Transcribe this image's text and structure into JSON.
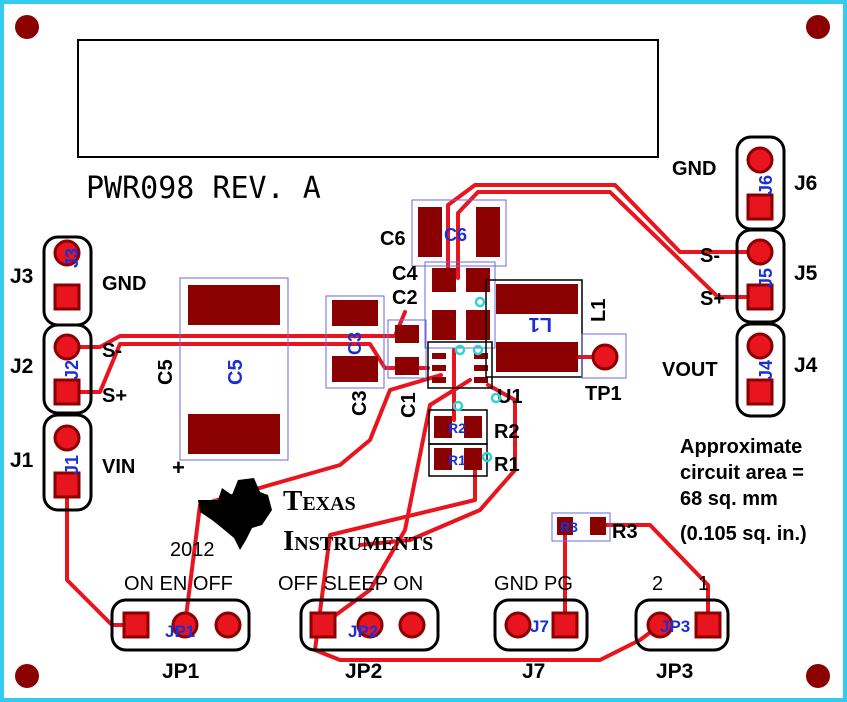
{
  "colors": {
    "copper": "#8b0000",
    "trace": "#e8141e",
    "via": "#2ed3d6",
    "silk": "#000000",
    "ref": "#1a2fd6",
    "border": "#33ccee"
  },
  "board": {
    "title": "PWR098 REV. A",
    "year": "2012"
  },
  "logo": {
    "line1": "Texas",
    "line2": "Instruments"
  },
  "area_note": [
    "Approximate",
    "circuit area =",
    "68 sq. mm",
    "(0.105 sq. in.)"
  ],
  "connectors": {
    "j1": {
      "label": "J1",
      "ref": "J1",
      "pin": "VIN"
    },
    "j2": {
      "label": "J2",
      "ref": "J2",
      "pins": [
        "S-",
        "S+"
      ]
    },
    "j3": {
      "label": "J3",
      "ref": "J3",
      "pin": "GND"
    },
    "j4": {
      "label": "J4",
      "ref": "J4",
      "pin": "VOUT"
    },
    "j5": {
      "label": "J5",
      "ref": "J5",
      "pins": [
        "S-",
        "S+"
      ]
    },
    "j6": {
      "label": "J6",
      "ref": "J6",
      "pin": "GND"
    },
    "j7": {
      "label": "J7",
      "ref": "J7",
      "pins": "GND PG"
    },
    "jp1": {
      "label": "JP1",
      "ref": "JP1",
      "pins": "ON EN OFF"
    },
    "jp2": {
      "label": "JP2",
      "ref": "JP2",
      "pins": "OFF SLEEP ON"
    },
    "jp3": {
      "label": "JP3",
      "ref": "JP3",
      "pin2": "2",
      "pin1": "1"
    }
  },
  "components": {
    "c1": "C1",
    "c2": "C2",
    "c3": "C3",
    "c4": "C4",
    "c5": "C5",
    "c6": "C6",
    "l1": "L1",
    "r1": "R1",
    "r2": "R2",
    "r3": "R3",
    "u1": "U1",
    "tp1": "TP1",
    "plus": "+"
  }
}
